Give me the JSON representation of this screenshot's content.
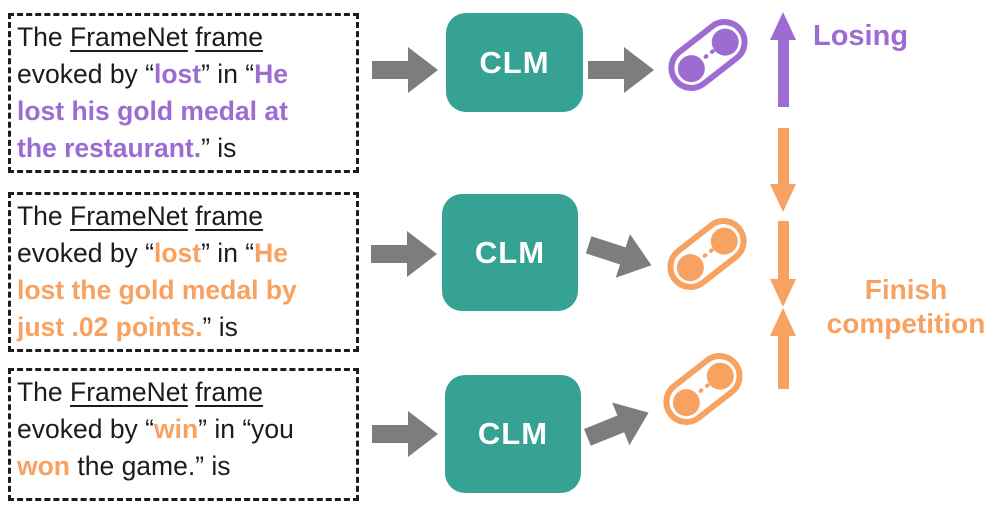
{
  "colors": {
    "purple": "#9d6cd2",
    "orange": "#f8a261",
    "teal": "#36a294",
    "arrow_gray": "#7d7d7d",
    "text_black": "#1c1c1c",
    "background": "#ffffff"
  },
  "clm_label": "CLM",
  "labels": {
    "losing": "Losing",
    "finish_competition": "Finish competition"
  },
  "prompts": [
    {
      "name": "prompt-losing-restaurant",
      "accent": "purple",
      "lines": [
        [
          {
            "t": "The ",
            "s": "plain"
          },
          {
            "t": "FrameNet",
            "s": "underline"
          },
          {
            "t": " ",
            "s": "plain"
          },
          {
            "t": "frame",
            "s": "underline"
          }
        ],
        [
          {
            "t": "evoked by “",
            "s": "plain"
          },
          {
            "t": "lost",
            "s": "purple"
          },
          {
            "t": "” in “",
            "s": "plain"
          },
          {
            "t": "He",
            "s": "purple"
          }
        ],
        [
          {
            "t": "lost his gold medal at",
            "s": "purple"
          }
        ],
        [
          {
            "t": "the restaurant.",
            "s": "purple"
          },
          {
            "t": "” is",
            "s": "plain"
          }
        ]
      ]
    },
    {
      "name": "prompt-losing-points",
      "accent": "orange",
      "lines": [
        [
          {
            "t": "The ",
            "s": "plain"
          },
          {
            "t": "FrameNet",
            "s": "underline"
          },
          {
            "t": " ",
            "s": "plain"
          },
          {
            "t": "frame",
            "s": "underline"
          }
        ],
        [
          {
            "t": "evoked by “",
            "s": "plain"
          },
          {
            "t": "lost",
            "s": "orange"
          },
          {
            "t": "” in “",
            "s": "plain"
          },
          {
            "t": "He",
            "s": "orange"
          }
        ],
        [
          {
            "t": "lost the gold medal by",
            "s": "orange"
          }
        ],
        [
          {
            "t": "just .02 points.",
            "s": "orange"
          },
          {
            "t": "” is",
            "s": "plain"
          }
        ]
      ]
    },
    {
      "name": "prompt-win-game",
      "accent": "orange",
      "lines": [
        [
          {
            "t": "The ",
            "s": "plain"
          },
          {
            "t": "FrameNet",
            "s": "underline"
          },
          {
            "t": " ",
            "s": "plain"
          },
          {
            "t": "frame",
            "s": "underline"
          }
        ],
        [
          {
            "t": "evoked by “",
            "s": "plain"
          },
          {
            "t": "win",
            "s": "orange"
          },
          {
            "t": "” in “you",
            "s": "plain"
          }
        ],
        [
          {
            "t": "won",
            "s": "orange"
          },
          {
            "t": " the game.” is",
            "s": "plain"
          }
        ]
      ]
    }
  ],
  "icons": {
    "embedding_pill": "capsule outline containing two filled circles and two ellipsis dots (sentence embedding)",
    "gray_arrow": "thick right-pointing flow arrow",
    "cluster_arrows": "vertical arrows pairing embeddings with frame labels"
  }
}
